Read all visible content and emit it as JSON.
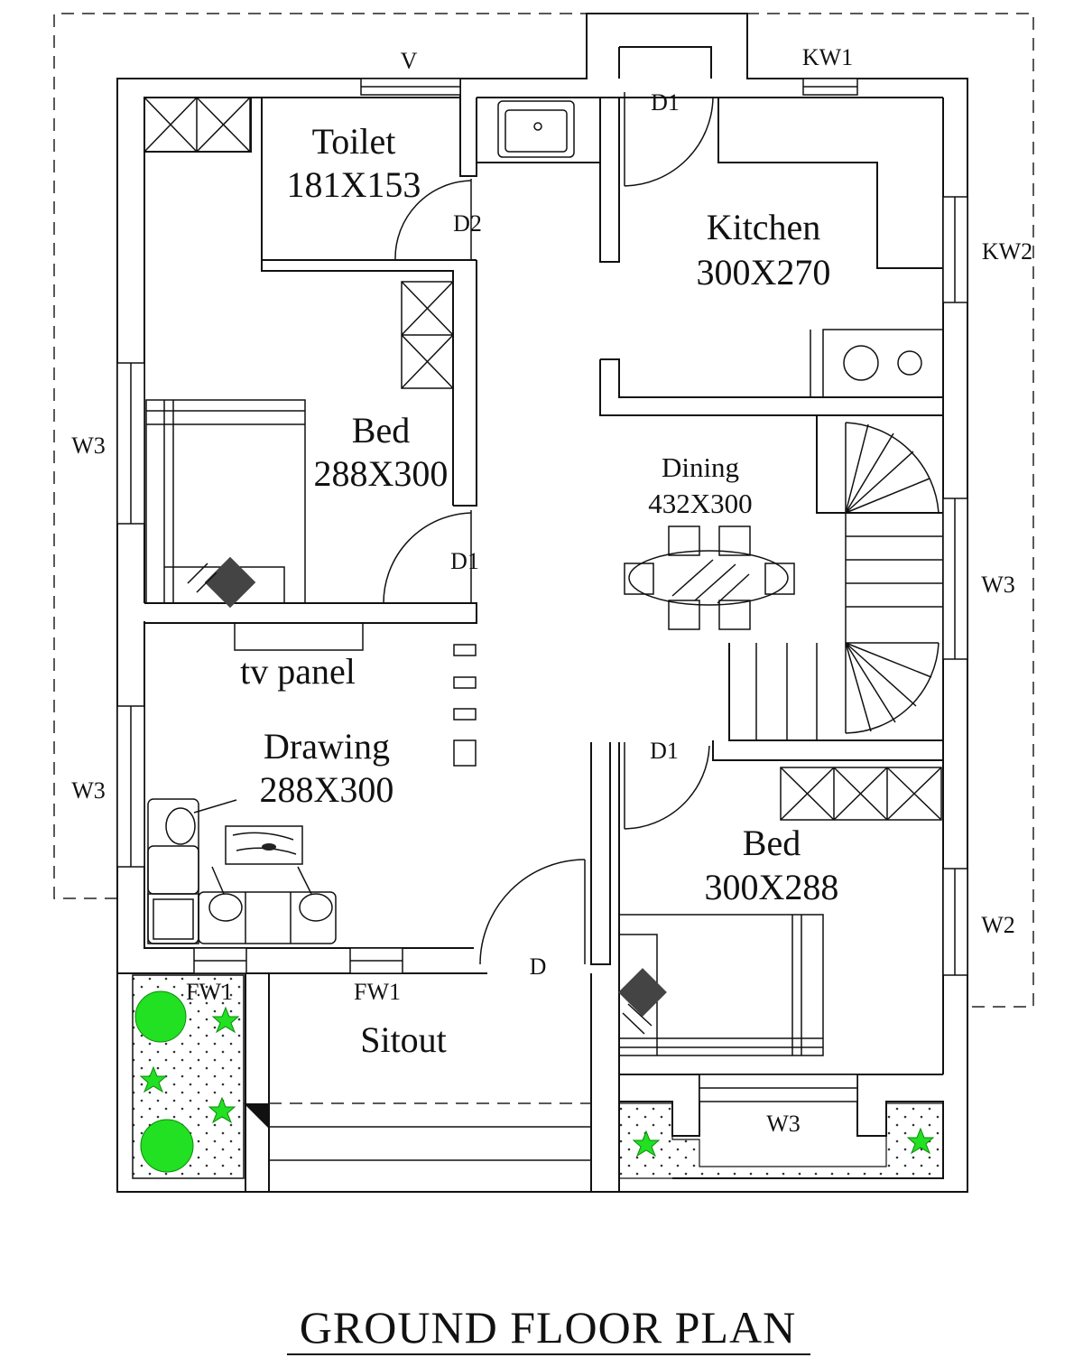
{
  "title": "GROUND FLOOR PLAN",
  "rooms": {
    "toilet": {
      "name": "Toilet",
      "size": "181X153"
    },
    "kitchen": {
      "name": "Kitchen",
      "size": "300X270"
    },
    "bed_left": {
      "name": "Bed",
      "size": "288X300"
    },
    "dining": {
      "name": "Dining",
      "size": "432X300"
    },
    "drawing": {
      "name": "Drawing",
      "size": "288X300"
    },
    "bed_right": {
      "name": "Bed",
      "size": "300X288"
    },
    "sitout": {
      "name": "Sitout"
    }
  },
  "fixtures": {
    "tv_panel": "tv panel"
  },
  "openings": {
    "v": "V",
    "kw1": "KW1",
    "kw2": "KW2",
    "d1_kitchen": "D1",
    "d2_toilet": "D2",
    "d1_bed_left": "D1",
    "d1_bed_right": "D1",
    "d_main": "D",
    "w3_left_top": "W3",
    "w3_left_bottom": "W3",
    "w3_right": "W3",
    "w2_right": "W2",
    "w3_bottom": "W3",
    "fw1_left": "FW1",
    "fw1_right": "FW1"
  },
  "colors": {
    "line": "#111111",
    "plant": "#22e022"
  }
}
